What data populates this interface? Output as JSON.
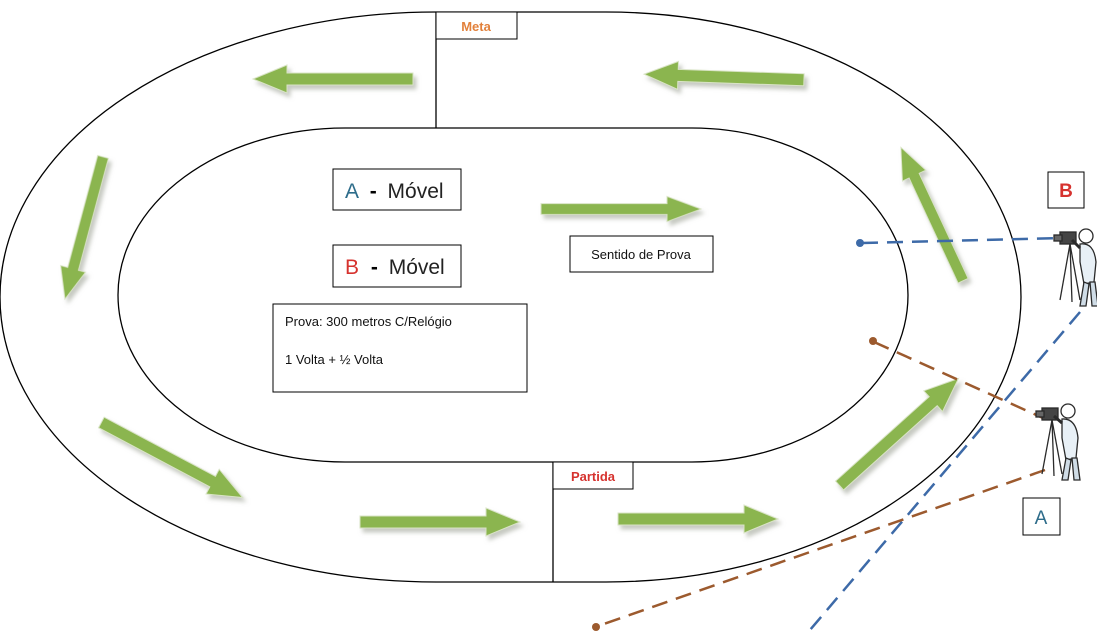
{
  "labels": {
    "meta": "Meta",
    "partida": "Partida",
    "legend_a_letter": "A",
    "legend_a_text": "Móvel",
    "legend_b_letter": "B",
    "legend_b_text": "Móvel",
    "separator": "-",
    "direction": "Sentido de Prova",
    "info_line1": "Prova: 300 metros C/Relógio",
    "info_line2": "1 Volta + ½ Volta",
    "camera_a": "A",
    "camera_b": "B"
  },
  "colors": {
    "arrow_green": "#8BB54F",
    "arrow_shadow": "#C9CDC2",
    "camera_a_line": "#9C5A2E",
    "camera_b_line": "#3D6AA8",
    "meta_text": "#E2813B",
    "partida_text": "#D6322E",
    "letter_a": "#2D6C8A",
    "letter_b": "#D6322E",
    "outline": "#000000"
  },
  "icons": {
    "camera_operator_a": "camera-operator-icon",
    "camera_operator_b": "camera-operator-icon"
  }
}
